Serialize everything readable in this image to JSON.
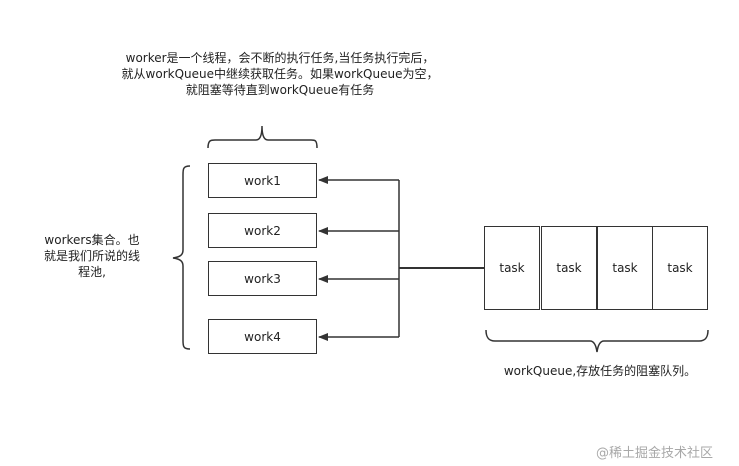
{
  "notes": {
    "worker_description": "worker是一个线程，会不断的执行任务,当任务执行完后，就从workQueue中继续获取任务。如果workQueue为空，就阻塞等待直到workQueue有任务",
    "workers_collection": "workers集合。也就是我们所说的线程池,",
    "queue_description": "workQueue,存放任务的阻塞队列。"
  },
  "workers": [
    {
      "label": "work1"
    },
    {
      "label": "work2"
    },
    {
      "label": "work3"
    },
    {
      "label": "work4"
    }
  ],
  "tasks": [
    {
      "label": "task"
    },
    {
      "label": "task"
    },
    {
      "label": "task"
    },
    {
      "label": "task"
    }
  ],
  "watermark": "@稀土掘金技术社区",
  "colors": {
    "line": "#333333",
    "text": "#222222",
    "watermark": "#a8a8a8"
  }
}
